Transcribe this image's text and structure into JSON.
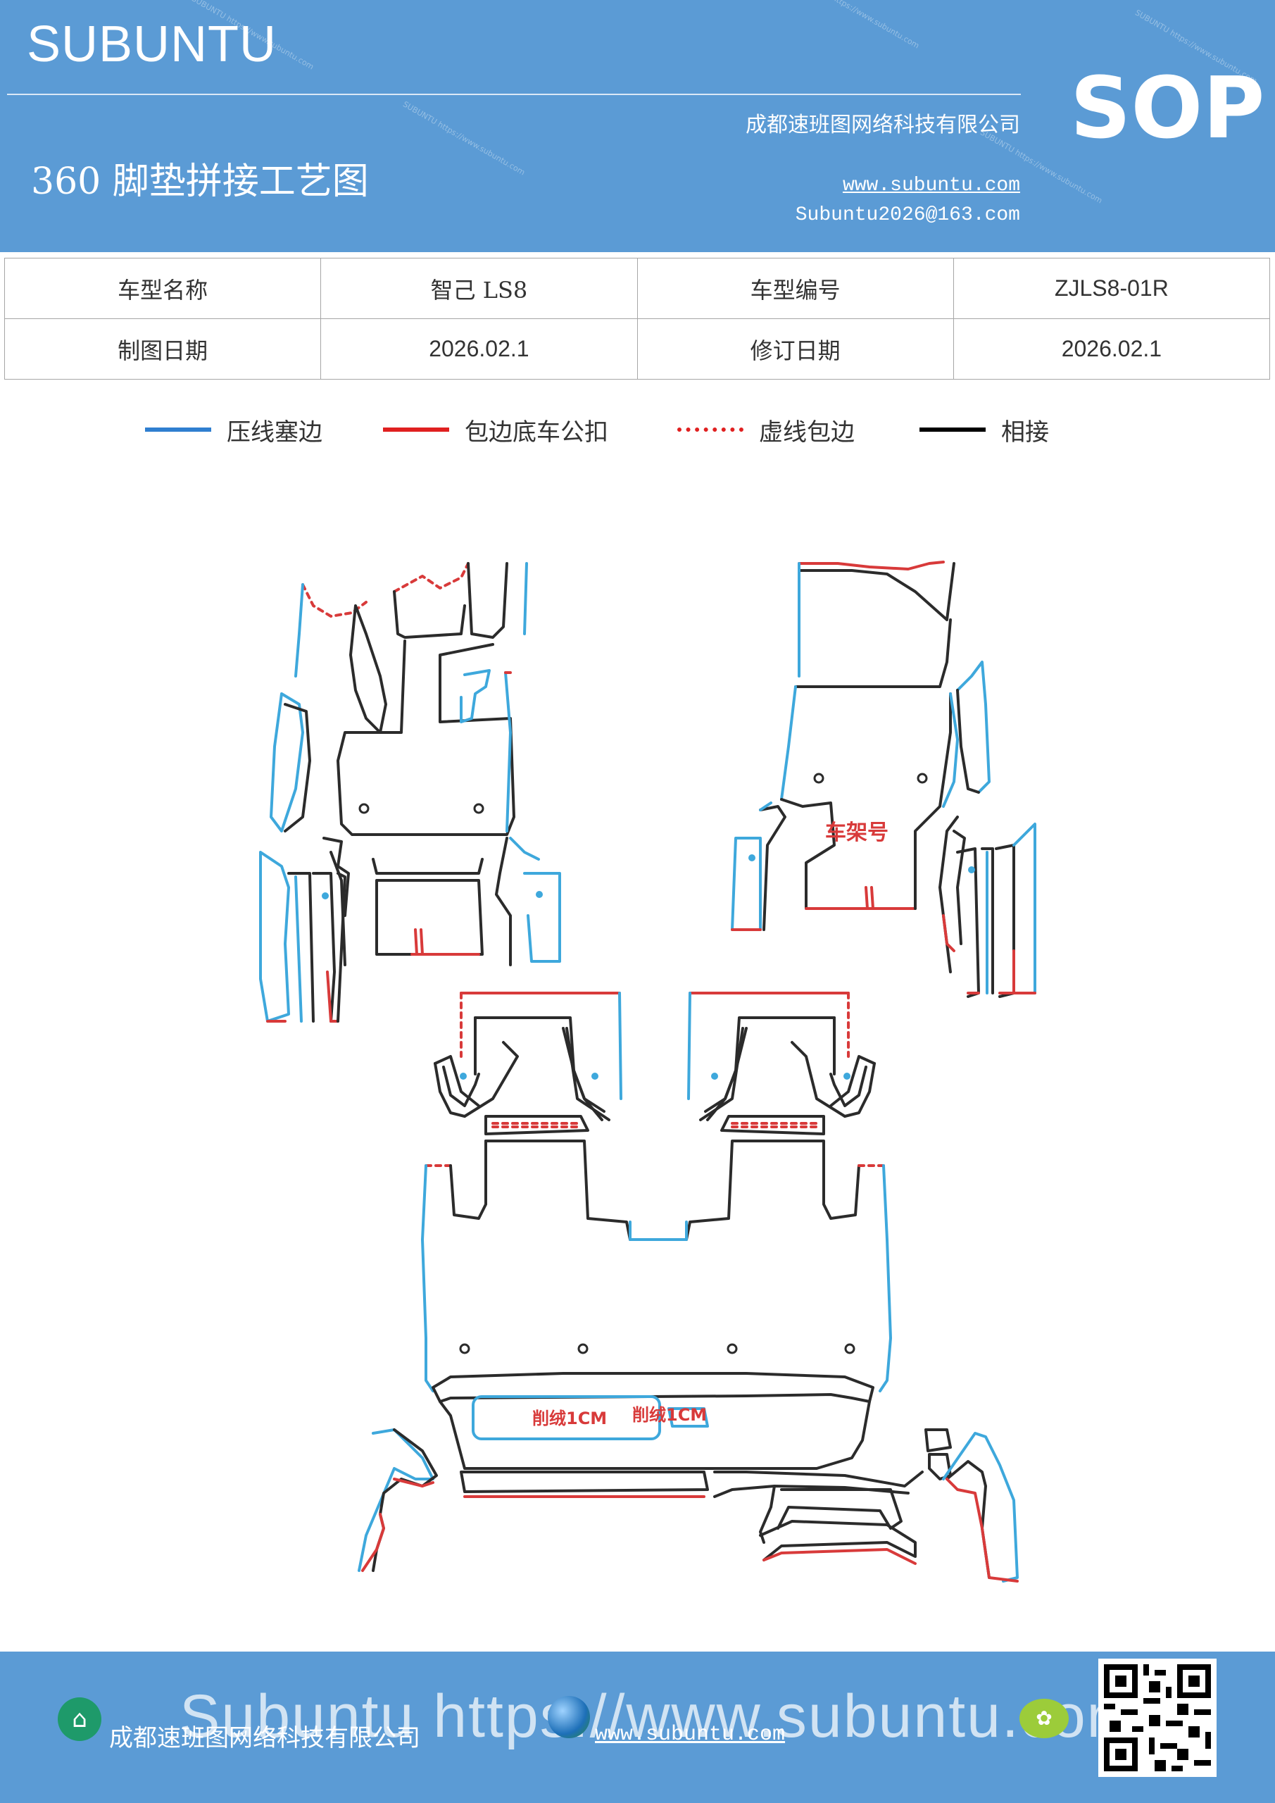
{
  "header": {
    "brand": "SUBUNTU",
    "sop": "SOP",
    "company": "成都速班图网络科技有限公司",
    "title": "360 脚垫拼接工艺图",
    "website": "www.subuntu.com",
    "email": "Subuntu2026@163.com",
    "watermark": "SUBUNTU https://www.subuntu.com"
  },
  "info_table": {
    "row1": [
      "车型名称",
      "智己 LS8",
      "车型编号",
      "ZJLS8-01R"
    ],
    "row2": [
      "制图日期",
      "2026.02.1",
      "修订日期",
      "2026.02.1"
    ]
  },
  "legend": [
    {
      "label": "压线塞边",
      "color": "#2f7fd0",
      "style": "solid"
    },
    {
      "label": "包边底车公扣",
      "color": "#e02020",
      "style": "solid"
    },
    {
      "label": "虚线包边",
      "color": "#e02020",
      "style": "dotted"
    },
    {
      "label": "相接",
      "color": "#000000",
      "style": "solid"
    }
  ],
  "drawing": {
    "labels": {
      "frame_number": "车架号",
      "trim_1": "削绒1CM",
      "trim_2": "削绒1CM"
    },
    "colors": {
      "pressed": "#3ea8dc",
      "edge": "#d83a3a",
      "join": "#2b2b2b"
    }
  },
  "footer": {
    "company": "成都速班图网络科技有限公司",
    "big_text": "Subuntu https://www.subuntu.com",
    "website": "www.subuntu.com"
  }
}
